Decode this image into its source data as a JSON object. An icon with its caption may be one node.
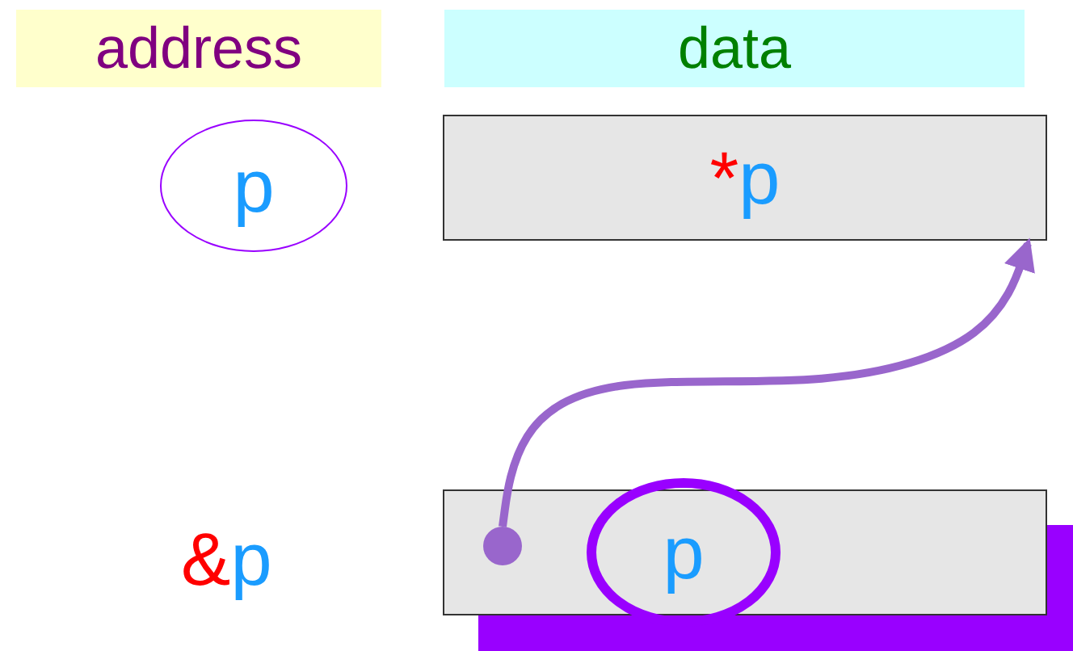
{
  "diagram": {
    "nodes": [
      {
        "text": [
          "address"
        ]
      },
      {
        "text": [
          "data"
        ]
      },
      {
        "text": [
          "p"
        ]
      },
      {
        "text": [
          "*p"
        ]
      },
      {
        "text": [],
        "shape": "box"
      },
      {
        "text": [
          "p"
        ],
        "in": 4
      },
      {
        "text": [],
        "shape": "circle",
        "in": 4
      }
    ],
    "edges": [
      {
        "from": 6,
        "to": 3,
        "arrow": "to"
      }
    ],
    "labels": [
      "&p"
    ]
  }
}
